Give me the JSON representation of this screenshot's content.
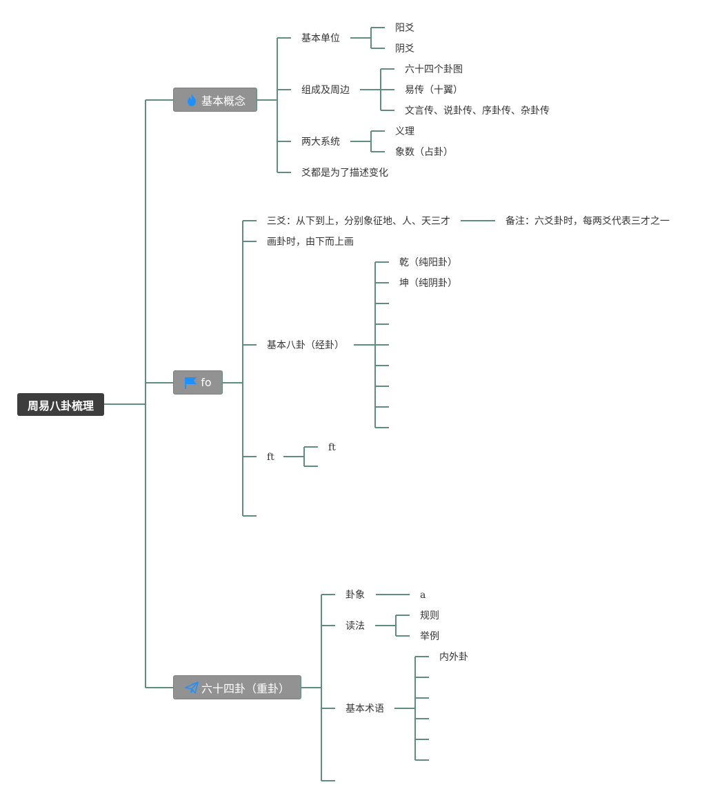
{
  "root": {
    "label": "周易八卦梳理"
  },
  "colors": {
    "line": "#5f8b80",
    "root_bg": "#3d3d3d",
    "main_bg": "#929292",
    "text": "#333333",
    "icon": "#1e90ff"
  },
  "branches": [
    {
      "label": "基本概念",
      "icon": "flame-icon",
      "children": [
        {
          "label": "基本单位",
          "children": [
            {
              "label": "阳爻"
            },
            {
              "label": "阴爻"
            }
          ]
        },
        {
          "label": "组成及周边",
          "children": [
            {
              "label": "六十四个卦图"
            },
            {
              "label": "易传（十翼）"
            },
            {
              "label": "文言传、说卦传、序卦传、杂卦传"
            }
          ]
        },
        {
          "label": "两大系统",
          "children": [
            {
              "label": "义理"
            },
            {
              "label": "象数（占卦）"
            }
          ]
        },
        {
          "label": "爻都是为了描述变化"
        }
      ]
    },
    {
      "label": "fo",
      "icon": "flag-icon",
      "children": [
        {
          "label": "三爻：从下到上，分别象征地、人、天三才",
          "children": [
            {
              "label": "备注：六爻卦时，每两爻代表三才之一"
            }
          ]
        },
        {
          "label": "画卦时，由下而上画"
        },
        {
          "label": "基本八卦（经卦）",
          "children": [
            {
              "label": "乾（纯阳卦）"
            },
            {
              "label": "坤（纯阴卦）"
            },
            {
              "label": ""
            },
            {
              "label": ""
            },
            {
              "label": ""
            },
            {
              "label": ""
            },
            {
              "label": ""
            },
            {
              "label": ""
            }
          ]
        },
        {
          "label": "ft",
          "children": [
            {
              "label": "ft"
            },
            {
              "label": ""
            }
          ]
        },
        {
          "label": ""
        }
      ]
    },
    {
      "label": "六十四卦（重卦）",
      "icon": "paper-plane-icon",
      "children": [
        {
          "label": "卦象",
          "children": [
            {
              "label": "a"
            }
          ]
        },
        {
          "label": "读法",
          "children": [
            {
              "label": "规则"
            },
            {
              "label": "举例"
            }
          ]
        },
        {
          "label": "基本术语",
          "children": [
            {
              "label": "内外卦"
            },
            {
              "label": ""
            },
            {
              "label": ""
            },
            {
              "label": ""
            },
            {
              "label": ""
            },
            {
              "label": ""
            }
          ]
        },
        {
          "label": ""
        }
      ]
    }
  ]
}
